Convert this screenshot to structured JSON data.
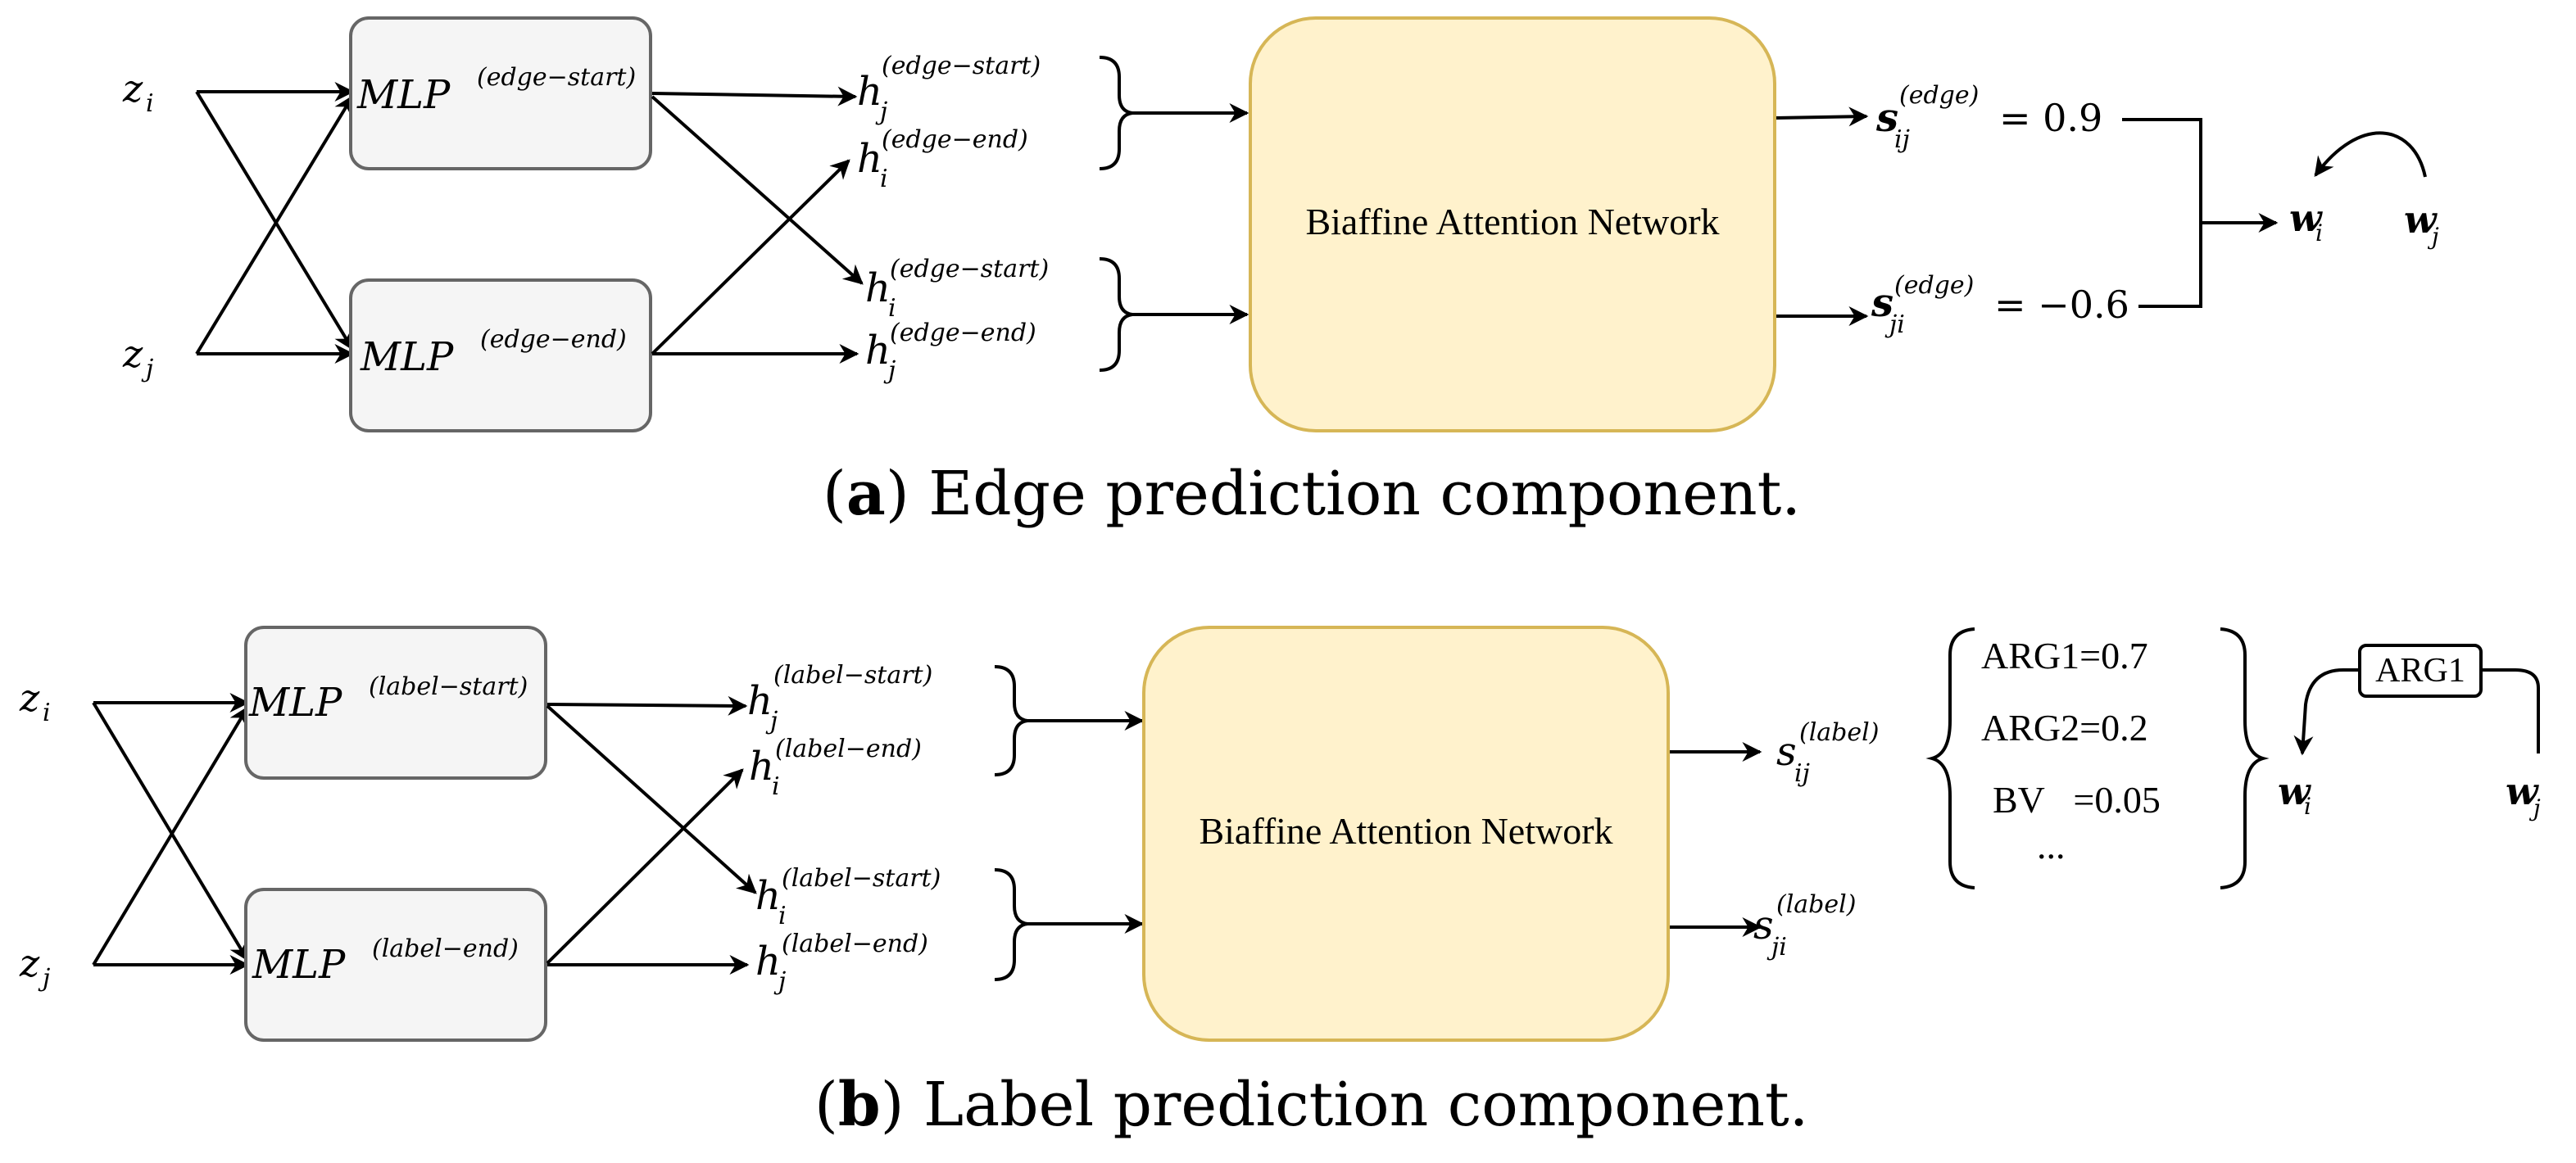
{
  "colors": {
    "mlp_fill": "#f5f5f5",
    "mlp_stroke": "#666666",
    "biaffine_fill": "#fff2cc",
    "biaffine_stroke": "#d6b656"
  },
  "panel_a": {
    "caption_letter": "a",
    "caption_text": " Edge prediction component.",
    "zi": "z",
    "zi_sub": "i",
    "zj": "z",
    "zj_sub": "j",
    "mlp_start": "MLP",
    "mlp_start_sup": "(edge−start)",
    "mlp_end": "MLP",
    "mlp_end_sup": "(edge−end)",
    "h1": "h",
    "h1_sub": "j",
    "h1_sup": "(edge−start)",
    "h2": "h",
    "h2_sub": "i",
    "h2_sup": "(edge−end)",
    "h3": "h",
    "h3_sub": "i",
    "h3_sup": "(edge−start)",
    "h4": "h",
    "h4_sub": "j",
    "h4_sup": "(edge−end)",
    "biaffine": "Biaffine Attention Network",
    "s1": "s",
    "s1_sub": "ij",
    "s1_sup": "(edge)",
    "s1_val": "= 0.9",
    "s2": "s",
    "s2_sub": "ji",
    "s2_sup": "(edge)",
    "s2_val": "= −0.6",
    "wi": "w",
    "wi_sub": "i",
    "wj": "w",
    "wj_sub": "j"
  },
  "panel_b": {
    "caption_letter": "b",
    "caption_text": " Label prediction component.",
    "zi": "z",
    "zi_sub": "i",
    "zj": "z",
    "zj_sub": "j",
    "mlp_start": "MLP",
    "mlp_start_sup": "(label−start)",
    "mlp_end": "MLP",
    "mlp_end_sup": "(label−end)",
    "h1": "h",
    "h1_sub": "j",
    "h1_sup": "(label−start)",
    "h2": "h",
    "h2_sub": "i",
    "h2_sup": "(label−end)",
    "h3": "h",
    "h3_sub": "i",
    "h3_sup": "(label−start)",
    "h4": "h",
    "h4_sub": "j",
    "h4_sup": "(label−end)",
    "biaffine": "Biaffine Attention Network",
    "s1": "s",
    "s1_sub": "ij",
    "s1_sup": "(label)",
    "s2": "s",
    "s2_sub": "ji",
    "s2_sup": "(label)",
    "scores": [
      "ARG1=0.7",
      "ARG2=0.2",
      "BV   =0.05",
      "..."
    ],
    "arc_label": "ARG1",
    "wi": "w",
    "wi_sub": "i",
    "wj": "w",
    "wj_sub": "j"
  }
}
